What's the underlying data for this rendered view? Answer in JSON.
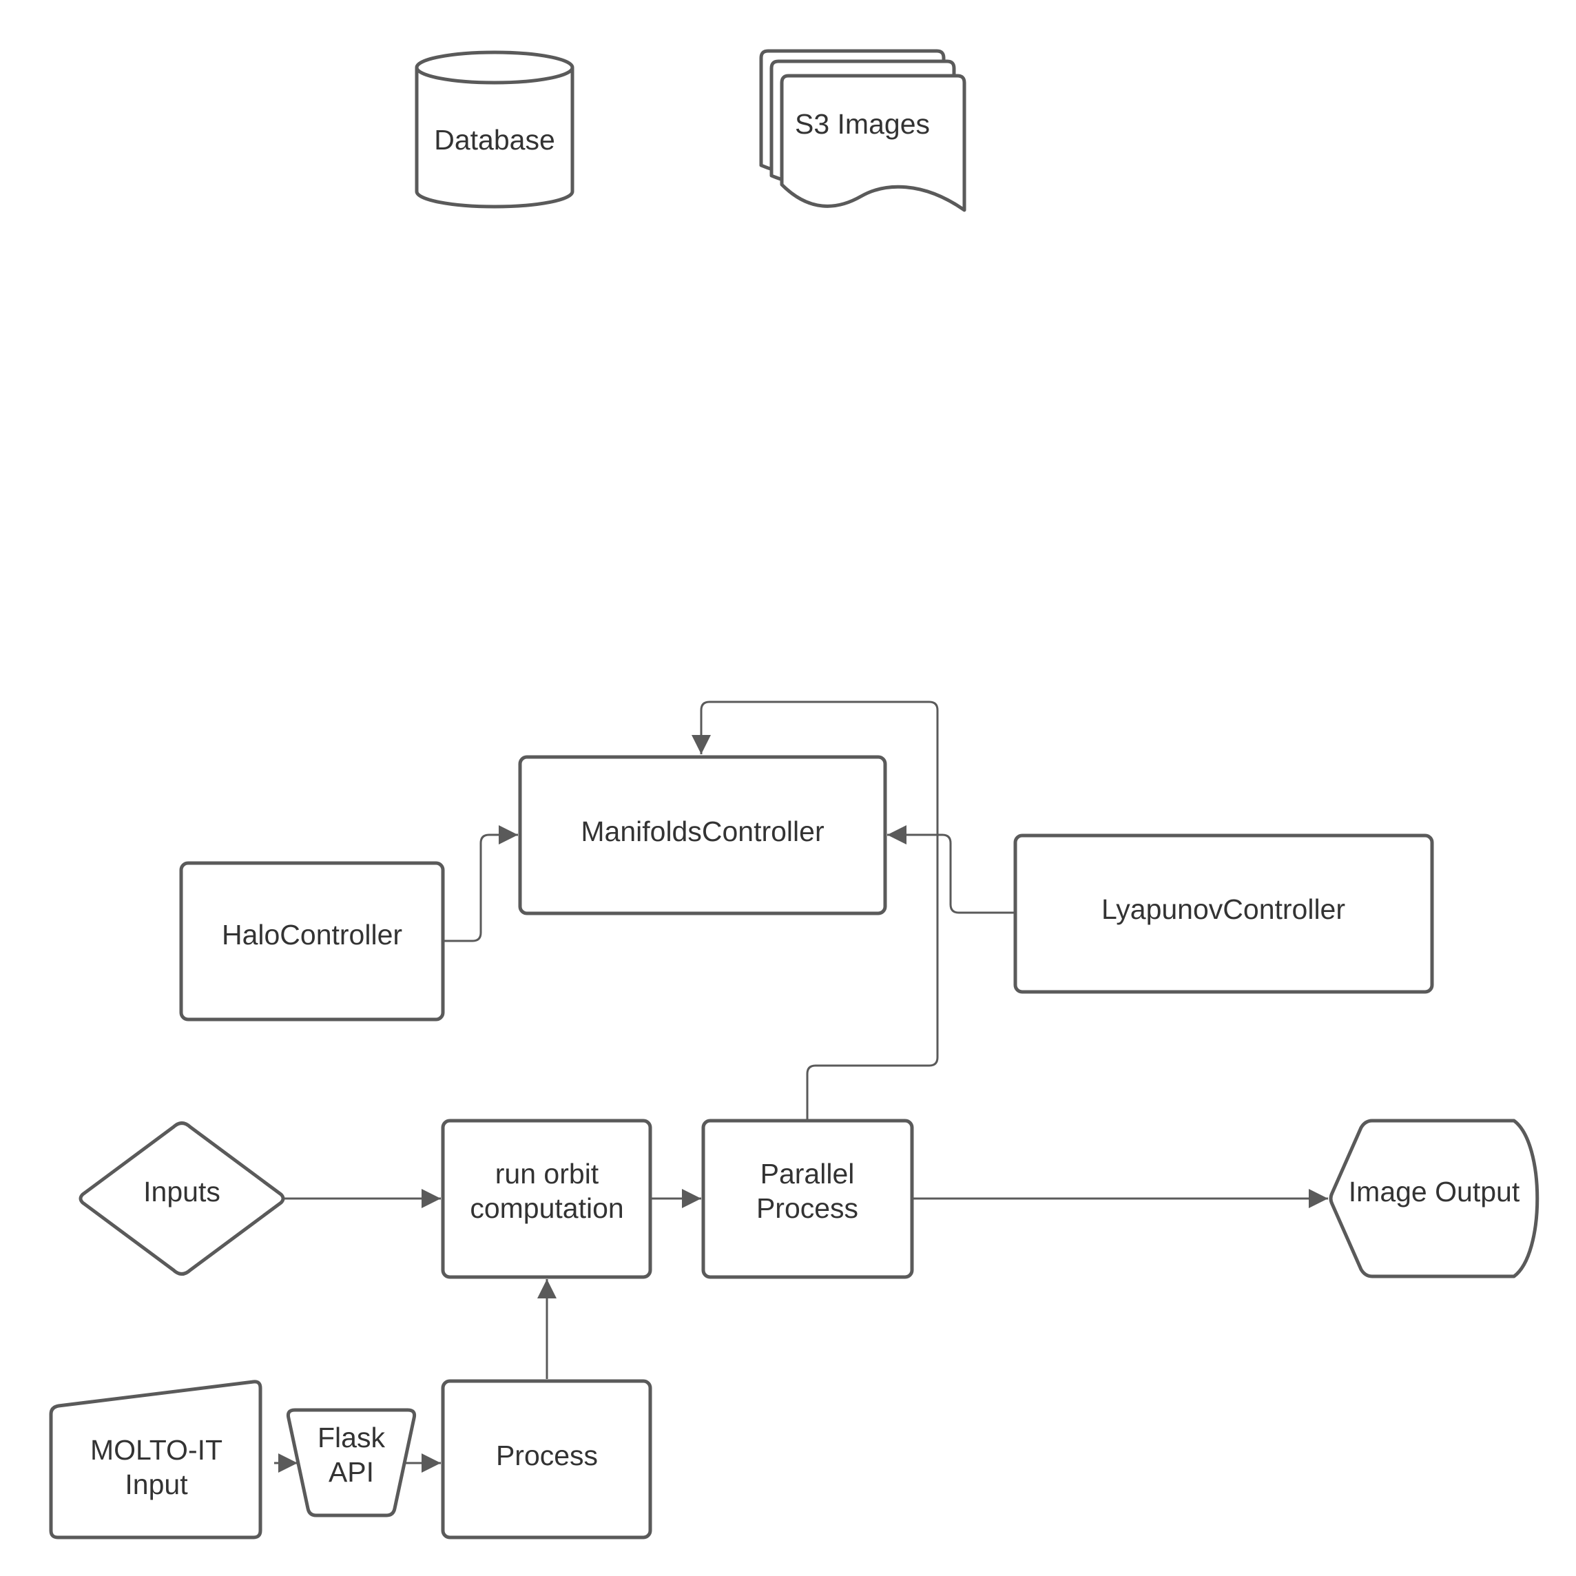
{
  "diagram": {
    "colors": {
      "stroke": "#5a5a5a",
      "text": "#333333",
      "background": "#ffffff"
    },
    "nodes": {
      "database": {
        "label": "Database",
        "shape": "cylinder"
      },
      "s3_images": {
        "label": "S3 Images",
        "shape": "multi-document"
      },
      "manifolds_controller": {
        "label": "ManifoldsController",
        "shape": "rectangle"
      },
      "halo_controller": {
        "label": "HaloController",
        "shape": "rectangle"
      },
      "lyapunov_controller": {
        "label": "LyapunovController",
        "shape": "rectangle"
      },
      "inputs": {
        "label": "Inputs",
        "shape": "diamond"
      },
      "run_orbit_computation": {
        "label_lines": [
          "run orbit",
          "computation"
        ],
        "shape": "rectangle"
      },
      "parallel_process": {
        "label_lines": [
          "Parallel",
          "Process"
        ],
        "shape": "rectangle"
      },
      "image_output": {
        "label": "Image Output",
        "shape": "display"
      },
      "molto_it_input": {
        "label_lines": [
          "MOLTO-IT",
          "Input"
        ],
        "shape": "manual-input"
      },
      "flask_api": {
        "label_lines": [
          "Flask",
          "API"
        ],
        "shape": "trapezoid"
      },
      "process": {
        "label": "Process",
        "shape": "rectangle"
      }
    },
    "edges": [
      {
        "from": "halo_controller",
        "to": "manifolds_controller"
      },
      {
        "from": "lyapunov_controller",
        "to": "manifolds_controller"
      },
      {
        "from": "parallel_process",
        "to": "manifolds_controller"
      },
      {
        "from": "inputs",
        "to": "run_orbit_computation"
      },
      {
        "from": "run_orbit_computation",
        "to": "parallel_process"
      },
      {
        "from": "parallel_process",
        "to": "image_output"
      },
      {
        "from": "molto_it_input",
        "to": "flask_api"
      },
      {
        "from": "flask_api",
        "to": "process"
      },
      {
        "from": "process",
        "to": "run_orbit_computation"
      }
    ]
  }
}
